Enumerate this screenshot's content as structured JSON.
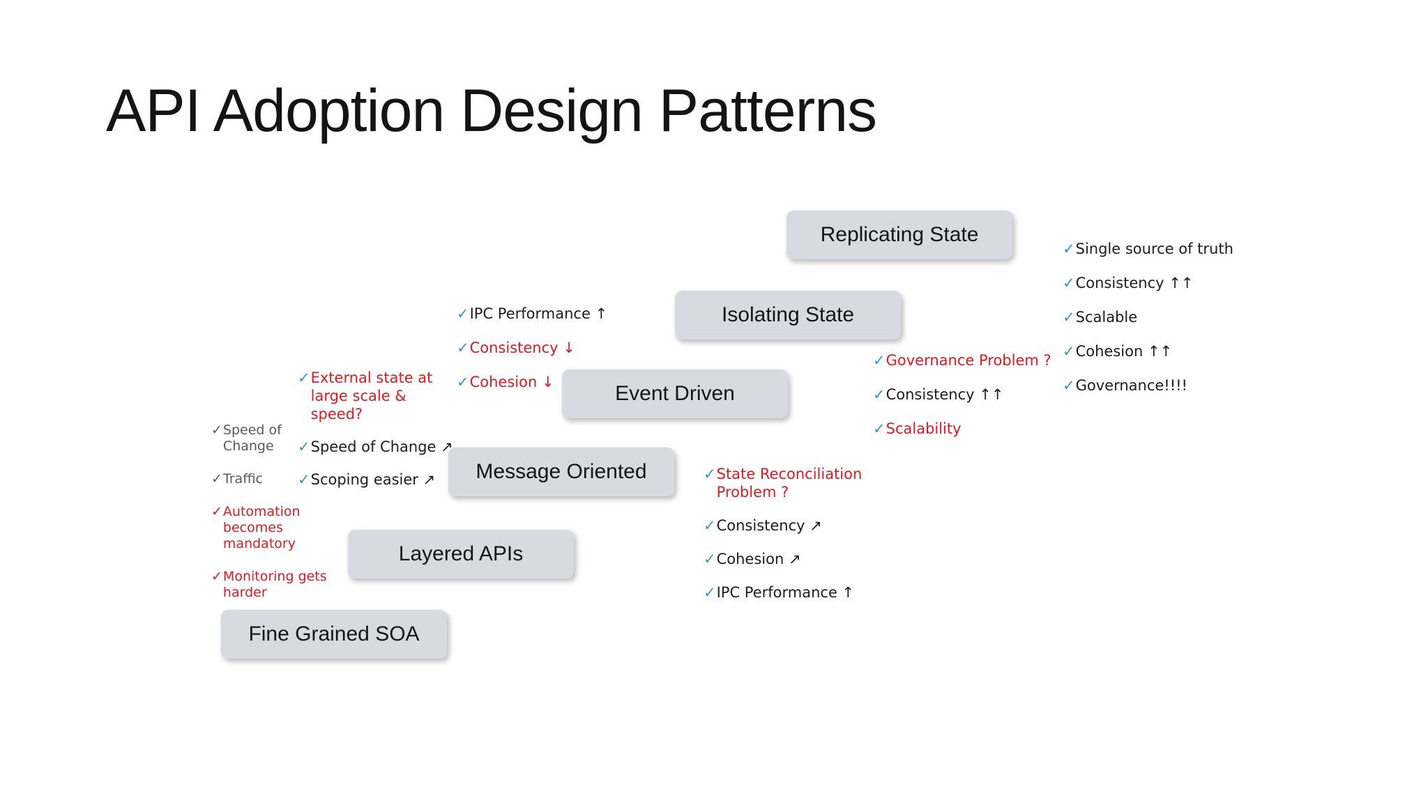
{
  "slide": {
    "title": "API Adoption Design Patterns"
  },
  "glyphs": {
    "check": "✓"
  },
  "colors": {
    "background": "#ffffff",
    "title_text": "#141414",
    "box_fill": "#d7dae1",
    "box_text": "#14141c",
    "check_blue": "#2e97d4",
    "text_red": "#e4181e",
    "text_gray": "#5a5a5a",
    "text_black": "#1d1d1d"
  },
  "boxes": [
    {
      "id": "fine-grained-soa",
      "label": "Fine Grained SOA"
    },
    {
      "id": "layered-apis",
      "label": "Layered APIs"
    },
    {
      "id": "message-oriented",
      "label": "Message Oriented"
    },
    {
      "id": "event-driven",
      "label": "Event Driven"
    },
    {
      "id": "isolating-state",
      "label": "Isolating State"
    },
    {
      "id": "replicating-state",
      "label": "Replicating State"
    }
  ],
  "lists": {
    "fine_grained_notes": {
      "items": [
        {
          "text": "Speed of Change",
          "color": "gray",
          "check": "gray"
        },
        {
          "text": "Traffic",
          "color": "gray",
          "check": "gray"
        },
        {
          "text": "Automation becomes mandatory",
          "color": "red",
          "check": "red"
        },
        {
          "text": "Monitoring gets harder",
          "color": "red",
          "check": "red"
        }
      ]
    },
    "message_oriented_notes": {
      "items": [
        {
          "text": "External state at large scale & speed?",
          "color": "red",
          "check": "blue"
        },
        {
          "text": "Speed of Change ↗",
          "color": "black",
          "check": "blue"
        },
        {
          "text": "Scoping easier ↗",
          "color": "black",
          "check": "blue"
        }
      ]
    },
    "event_driven_notes": {
      "items": [
        {
          "text": "IPC Performance ↑",
          "color": "black",
          "check": "blue"
        },
        {
          "text": "Consistency ↓",
          "color": "red",
          "check": "blue"
        },
        {
          "text": "Cohesion ↓",
          "color": "red",
          "check": "blue"
        }
      ]
    },
    "isolating_state_notes": {
      "items": [
        {
          "text": "Governance Problem ?",
          "color": "red",
          "check": "blue"
        },
        {
          "text": "Consistency ↑↑",
          "color": "black",
          "check": "blue"
        },
        {
          "text": "Scalability",
          "color": "red",
          "check": "blue"
        }
      ]
    },
    "replicating_state_notes": {
      "items": [
        {
          "text": "Single source of truth",
          "color": "black",
          "check": "blue"
        },
        {
          "text": "Consistency ↑↑",
          "color": "black",
          "check": "blue"
        },
        {
          "text": "Scalable",
          "color": "black",
          "check": "blue"
        },
        {
          "text": "Cohesion ↑↑",
          "color": "black",
          "check": "blue"
        },
        {
          "text": "Governance!!!!",
          "color": "black",
          "check": "blue"
        }
      ]
    },
    "state_reconciliation_notes": {
      "items": [
        {
          "text": "State Reconciliation Problem ?",
          "color": "red",
          "check": "blue"
        },
        {
          "text": "Consistency ↗",
          "color": "black",
          "check": "blue"
        },
        {
          "text": "Cohesion ↗",
          "color": "black",
          "check": "blue"
        },
        {
          "text": "IPC Performance ↑",
          "color": "black",
          "check": "blue"
        }
      ]
    }
  }
}
